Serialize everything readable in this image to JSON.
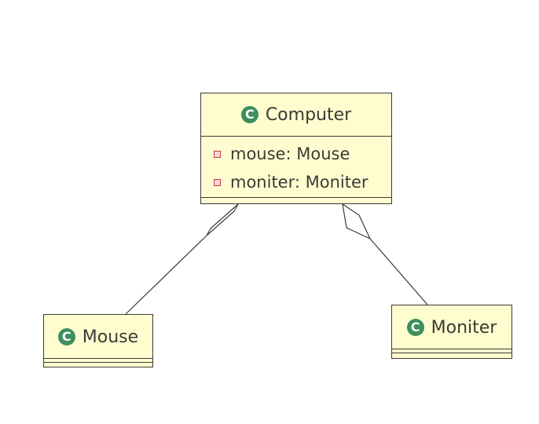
{
  "diagram": {
    "classes": [
      {
        "id": "computer",
        "name": "Computer",
        "icon": "class-icon",
        "attributes": [
          {
            "visibility": "private",
            "text": "mouse: Mouse"
          },
          {
            "visibility": "private",
            "text": "moniter: Moniter"
          }
        ]
      },
      {
        "id": "mouse",
        "name": "Mouse",
        "icon": "class-icon",
        "attributes": []
      },
      {
        "id": "moniter",
        "name": "Moniter",
        "icon": "class-icon",
        "attributes": []
      }
    ],
    "relations": [
      {
        "type": "aggregation",
        "whole": "Computer",
        "part": "Mouse"
      },
      {
        "type": "aggregation",
        "whole": "Computer",
        "part": "Moniter"
      }
    ],
    "class_icon_letter": "C",
    "colors": {
      "class_fill": "#fffdd0",
      "class_border": "#3b3b35",
      "class_icon": "#3e8e5e",
      "private_marker": "#c83a4e"
    }
  }
}
